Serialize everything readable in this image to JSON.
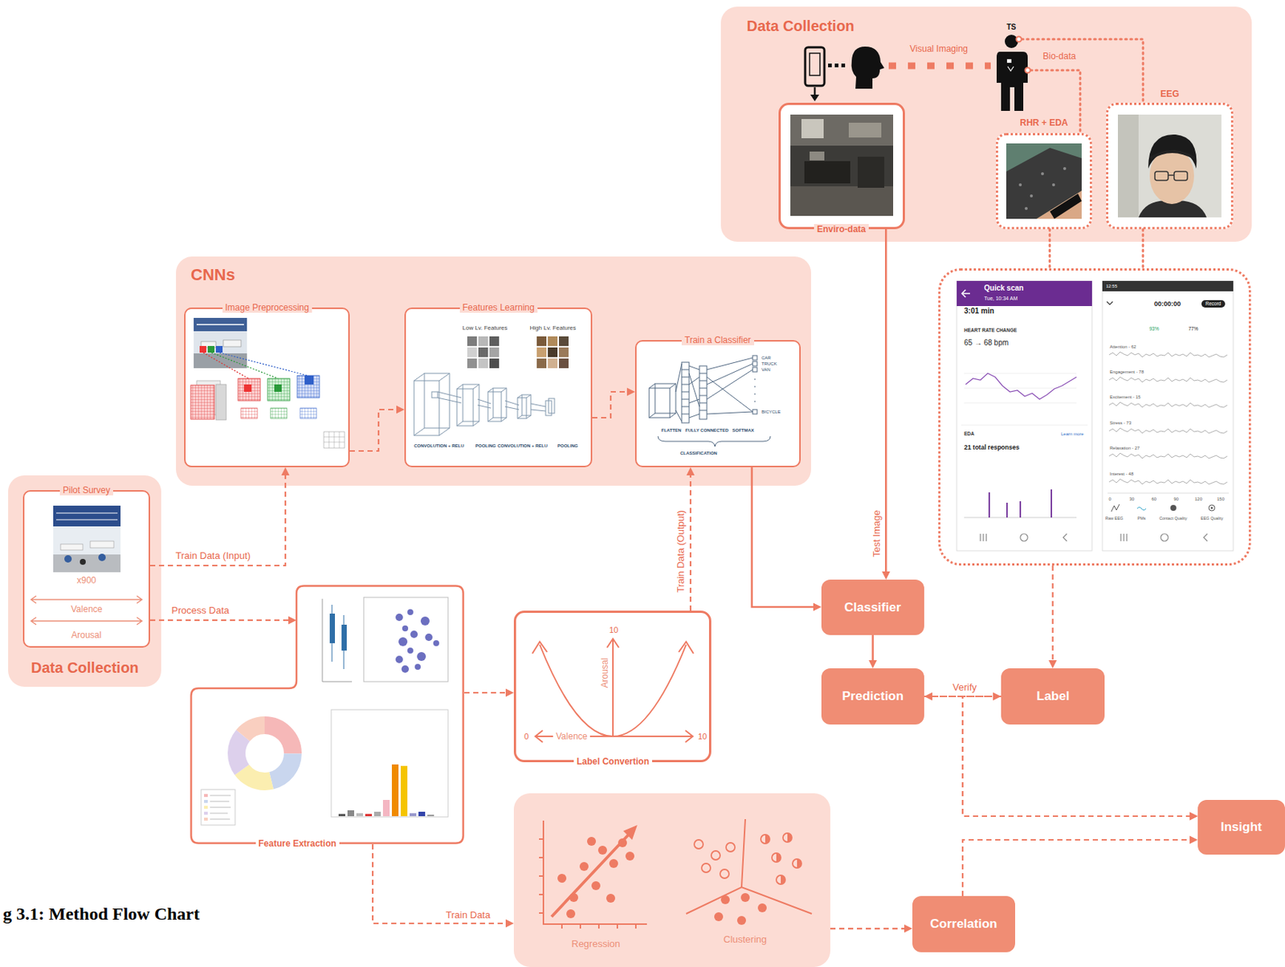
{
  "diagram": {
    "caption": "g 3.1: Method Flow Chart",
    "nodes": [
      {
        "text": [
          "Data Collection"
        ]
      },
      {
        "text": [
          "Enviro-data"
        ],
        "in": 0
      },
      {
        "text": [
          "RHR + EDA"
        ],
        "in": 0
      },
      {
        "text": [
          "EEG"
        ],
        "in": 0
      },
      {
        "text": [
          "Quick scan",
          "Tue, 10:34 AM",
          "3:01 min",
          "HEART RATE CHANGE",
          "65 → 68 bpm",
          "EDA",
          "Learn more",
          "21 total responses",
          "12:55",
          "00:00:00",
          "Record",
          "93%",
          "77%",
          "Attention - 62",
          "Engagement - 78",
          "Excitement - 15",
          "Stress - 73",
          "Relaxation - 27",
          "Interest - 48",
          "0",
          "30",
          "60",
          "90",
          "120",
          "150",
          "Raw EEG",
          "PMs",
          "Contact Quality",
          "EEG Quality"
        ]
      },
      {
        "text": [
          "CNNs"
        ]
      },
      {
        "text": [
          "Image Preprocessing"
        ],
        "in": 5
      },
      {
        "text": [
          "Features Learning",
          "Low Lv. Features",
          "High Lv. Features",
          "CONVOLUTION + RELU",
          "POOLING",
          "CONVOLUTION + RELU",
          "POOLING"
        ],
        "in": 5
      },
      {
        "text": [
          "Train a Classifier",
          "CAR",
          "TRUCK",
          "VAN",
          "BICYCLE",
          "FLATTEN",
          "FULLY CONNECTED",
          "SOFTMAX",
          "CLASSIFICATION"
        ],
        "in": 5
      },
      {
        "text": [
          "Data Collection"
        ]
      },
      {
        "text": [
          "Pilot Survey",
          "x900",
          "Valence",
          "Arousal"
        ],
        "in": 9
      },
      {
        "text": [
          "Feature Extraction"
        ]
      },
      {
        "text": [
          "Label Convertion",
          "10",
          "Arousal",
          "0",
          "Valence",
          "10"
        ]
      },
      {
        "text": [
          "Classifier"
        ]
      },
      {
        "text": [
          "Prediction"
        ]
      },
      {
        "text": [
          "Label"
        ]
      },
      {
        "text": [
          "Insight"
        ]
      },
      {
        "text": [
          "Regression",
          "Clustering"
        ]
      },
      {
        "text": [
          "Correlation"
        ]
      }
    ],
    "edges": [
      {
        "from": 1,
        "to": 13,
        "label": "Test Image",
        "arrow": "to"
      },
      {
        "from": 8,
        "to": 13,
        "arrow": "to"
      },
      {
        "from": 13,
        "to": 14,
        "arrow": "to"
      },
      {
        "from": 4,
        "to": 15,
        "arrow": "to"
      },
      {
        "from": 14,
        "to": 15,
        "label": "Verify",
        "arrow": "both"
      },
      {
        "from": 14,
        "to": 16,
        "arrow": "to"
      },
      {
        "from": 15,
        "to": 16,
        "arrow": "to"
      },
      {
        "from": 10,
        "to": 6,
        "label": "Train Data (Input)",
        "arrow": "to"
      },
      {
        "from": 10,
        "to": 11,
        "label": "Process Data",
        "arrow": "to"
      },
      {
        "from": 11,
        "to": 12,
        "arrow": "to"
      },
      {
        "from": 12,
        "to": 8,
        "label": "Train Data (Output)",
        "arrow": "to"
      },
      {
        "from": 11,
        "to": 17,
        "label": "Train Data",
        "arrow": "to"
      },
      {
        "from": 17,
        "to": 18,
        "arrow": "to"
      },
      {
        "from": 18,
        "to": 16,
        "arrow": "to"
      },
      {
        "from": 6,
        "to": 7,
        "arrow": "to"
      },
      {
        "from": 7,
        "to": 8,
        "arrow": "to"
      },
      {
        "from": 2,
        "to": 4,
        "arrow": "none"
      },
      {
        "from": 3,
        "to": 4,
        "arrow": "none"
      }
    ],
    "labels": [
      "Visual Imaging",
      "TS",
      "Bio-data"
    ]
  }
}
